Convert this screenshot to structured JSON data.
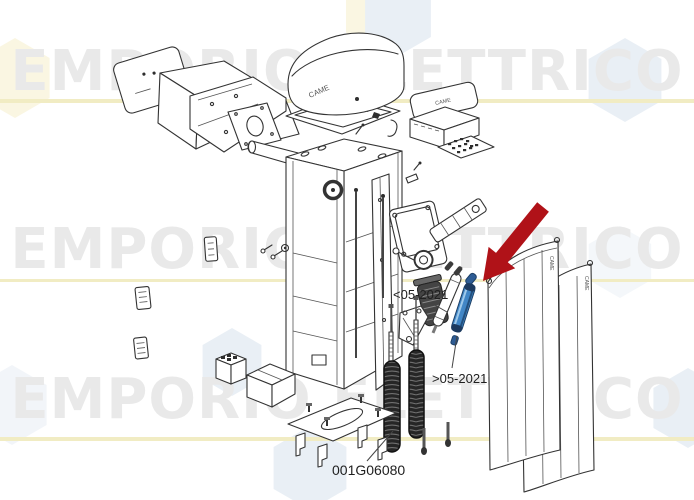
{
  "watermark": {
    "text": "EMPORIO ELETTRICO",
    "text_color": "#e9e9e9",
    "underline_color": "#f1ecc3",
    "hex_blue": "#e9eff5",
    "hex_yellow": "#faf6e2"
  },
  "diagram": {
    "brand_label": "CAME",
    "labels": {
      "pre_2021": "<05-2021",
      "post_2021": ">05-2021",
      "part_code": "001G06080"
    },
    "colors": {
      "highlight_arrow": "#b01218",
      "highlighted_part": "#4186c6",
      "line": "#333333"
    }
  }
}
